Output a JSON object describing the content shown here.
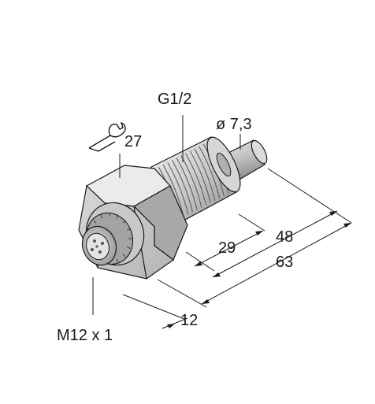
{
  "labels": {
    "thread": "G1/2",
    "probe_diameter": "ø 7,3",
    "wrench_size": "27",
    "dim_29": "29",
    "dim_48": "48",
    "dim_63": "63",
    "dim_12": "12",
    "connector": "M12 x 1"
  },
  "colors": {
    "line": "#1a1a1a",
    "hex_top": "#ececec",
    "hex_front": "#d2d2d2",
    "hex_side": "#a9a9a9",
    "thread_light": "#e6e6e6",
    "thread_dark": "#9a9a9a",
    "probe": "#c4c4c4",
    "connector": "#b8b8b8"
  }
}
